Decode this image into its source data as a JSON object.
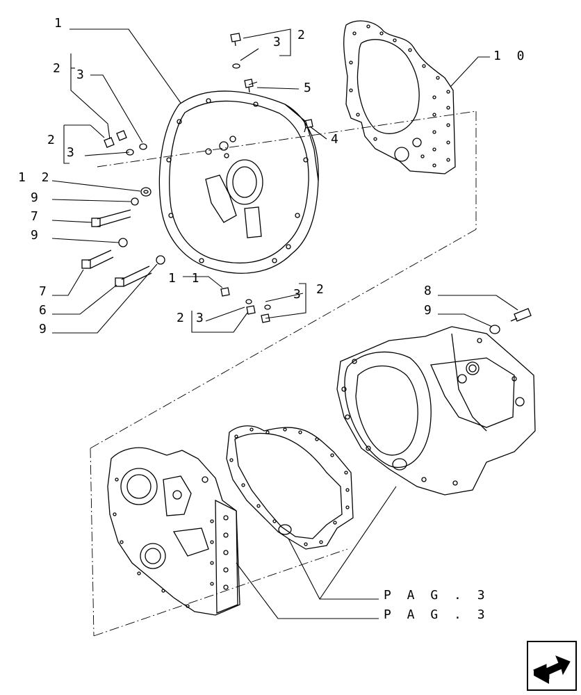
{
  "callouts": {
    "c1": "1",
    "c2_top": "2",
    "c3_top": "3",
    "c5": "5",
    "c4": "4",
    "c10": "1 0",
    "c2_left_a": "2",
    "c3_left_a": "3",
    "c2_left_b": "2",
    "c3_left_b": "3",
    "c12": "1 2",
    "c9_a": "9",
    "c7_a": "7",
    "c9_b": "9",
    "c7_b": "7",
    "c6": "6",
    "c9_c": "9",
    "c11": "1 1",
    "c2_bot_l": "2",
    "c3_bot_l": "3",
    "c3_bot_r": "3",
    "c2_bot_r": "2",
    "c8": "8",
    "c9_d": "9"
  },
  "page_refs": {
    "ref_a": "P A G . 3",
    "ref_b": "P A G . 3"
  },
  "icons": {
    "nav": "next-page-arrow-icon"
  }
}
